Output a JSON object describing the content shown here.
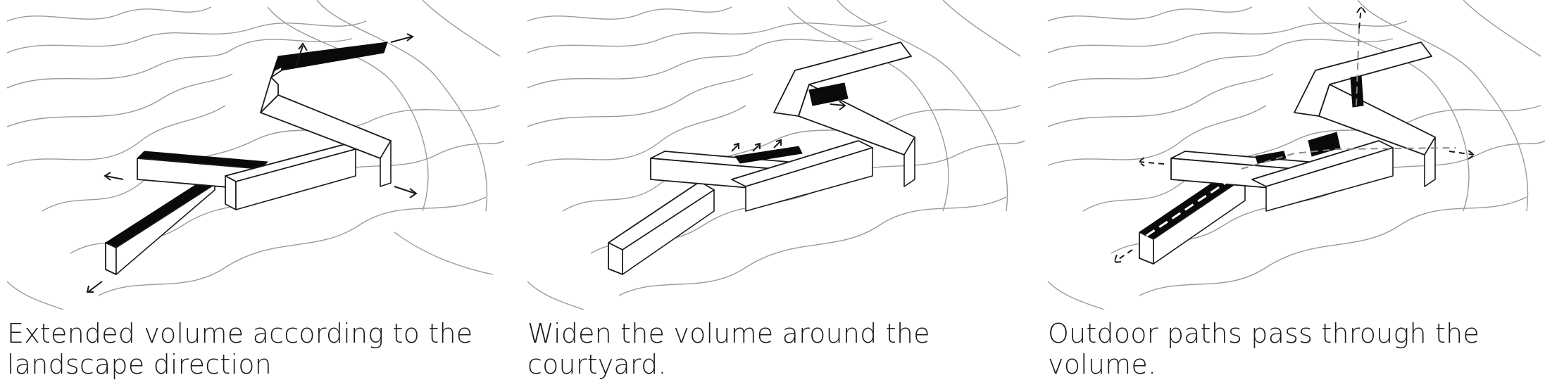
{
  "panels": [
    {
      "id": "panel-1",
      "caption": "Extended volume according to the landscape direction"
    },
    {
      "id": "panel-2",
      "caption": "Widen the volume around the courtyard."
    },
    {
      "id": "panel-3",
      "caption": "Outdoor paths pass through the volume."
    }
  ],
  "colors": {
    "line": "#1a1a1a",
    "contour": "#9a9a9a",
    "fill": "#0a0a0a",
    "background": "#ffffff"
  }
}
